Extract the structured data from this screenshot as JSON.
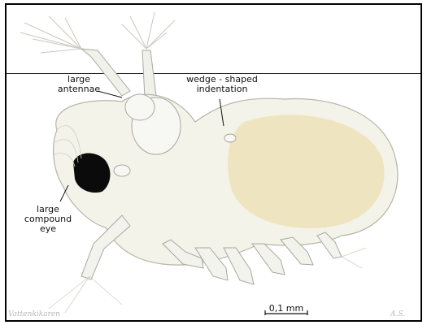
{
  "labels": {
    "antennae": "large\nantennae",
    "wedge": "wedge - shaped\nindentation",
    "eye": "large\ncompound\neye"
  },
  "scale_bar": {
    "text": "0,1 mm"
  },
  "watermarks": {
    "left": "Vattenkikaren",
    "right": "A.S."
  },
  "colors": {
    "body_fill": "#f4f3ea",
    "body_stroke": "#b7b5a8",
    "gut_fill": "#ece2b8",
    "eye_fill": "#0b0b0b",
    "frame": "#000000"
  }
}
